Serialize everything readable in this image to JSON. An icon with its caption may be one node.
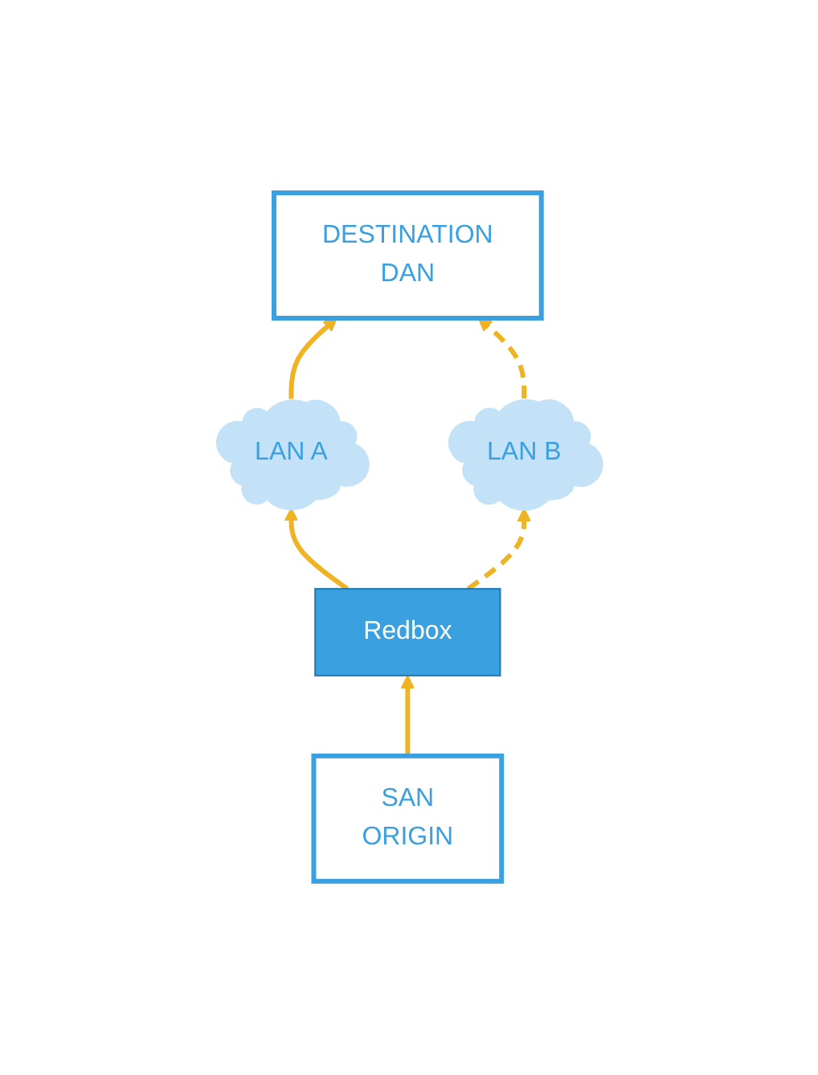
{
  "diagram": {
    "nodes": [
      {
        "text": [
          "DESTINATION",
          "DAN"
        ]
      },
      {
        "text": [
          "LAN A"
        ]
      },
      {
        "text": [
          "LAN B"
        ]
      },
      {
        "text": [
          "Redbox"
        ]
      },
      {
        "text": [
          "SAN",
          "ORIGIN"
        ]
      }
    ],
    "edges": [
      {
        "from": 4,
        "to": 3,
        "arrow": "to",
        "color": "#f0b323"
      },
      {
        "from": 3,
        "to": 1,
        "arrow": "to",
        "color": "#f0b323"
      },
      {
        "from": 3,
        "to": 2,
        "arrow": "to",
        "style": "dashed",
        "color": "#f0b323"
      },
      {
        "from": 1,
        "to": 0,
        "arrow": "to",
        "color": "#f0b323"
      },
      {
        "from": 2,
        "to": 0,
        "arrow": "to",
        "style": "dashed",
        "color": "#f0b323"
      }
    ]
  }
}
